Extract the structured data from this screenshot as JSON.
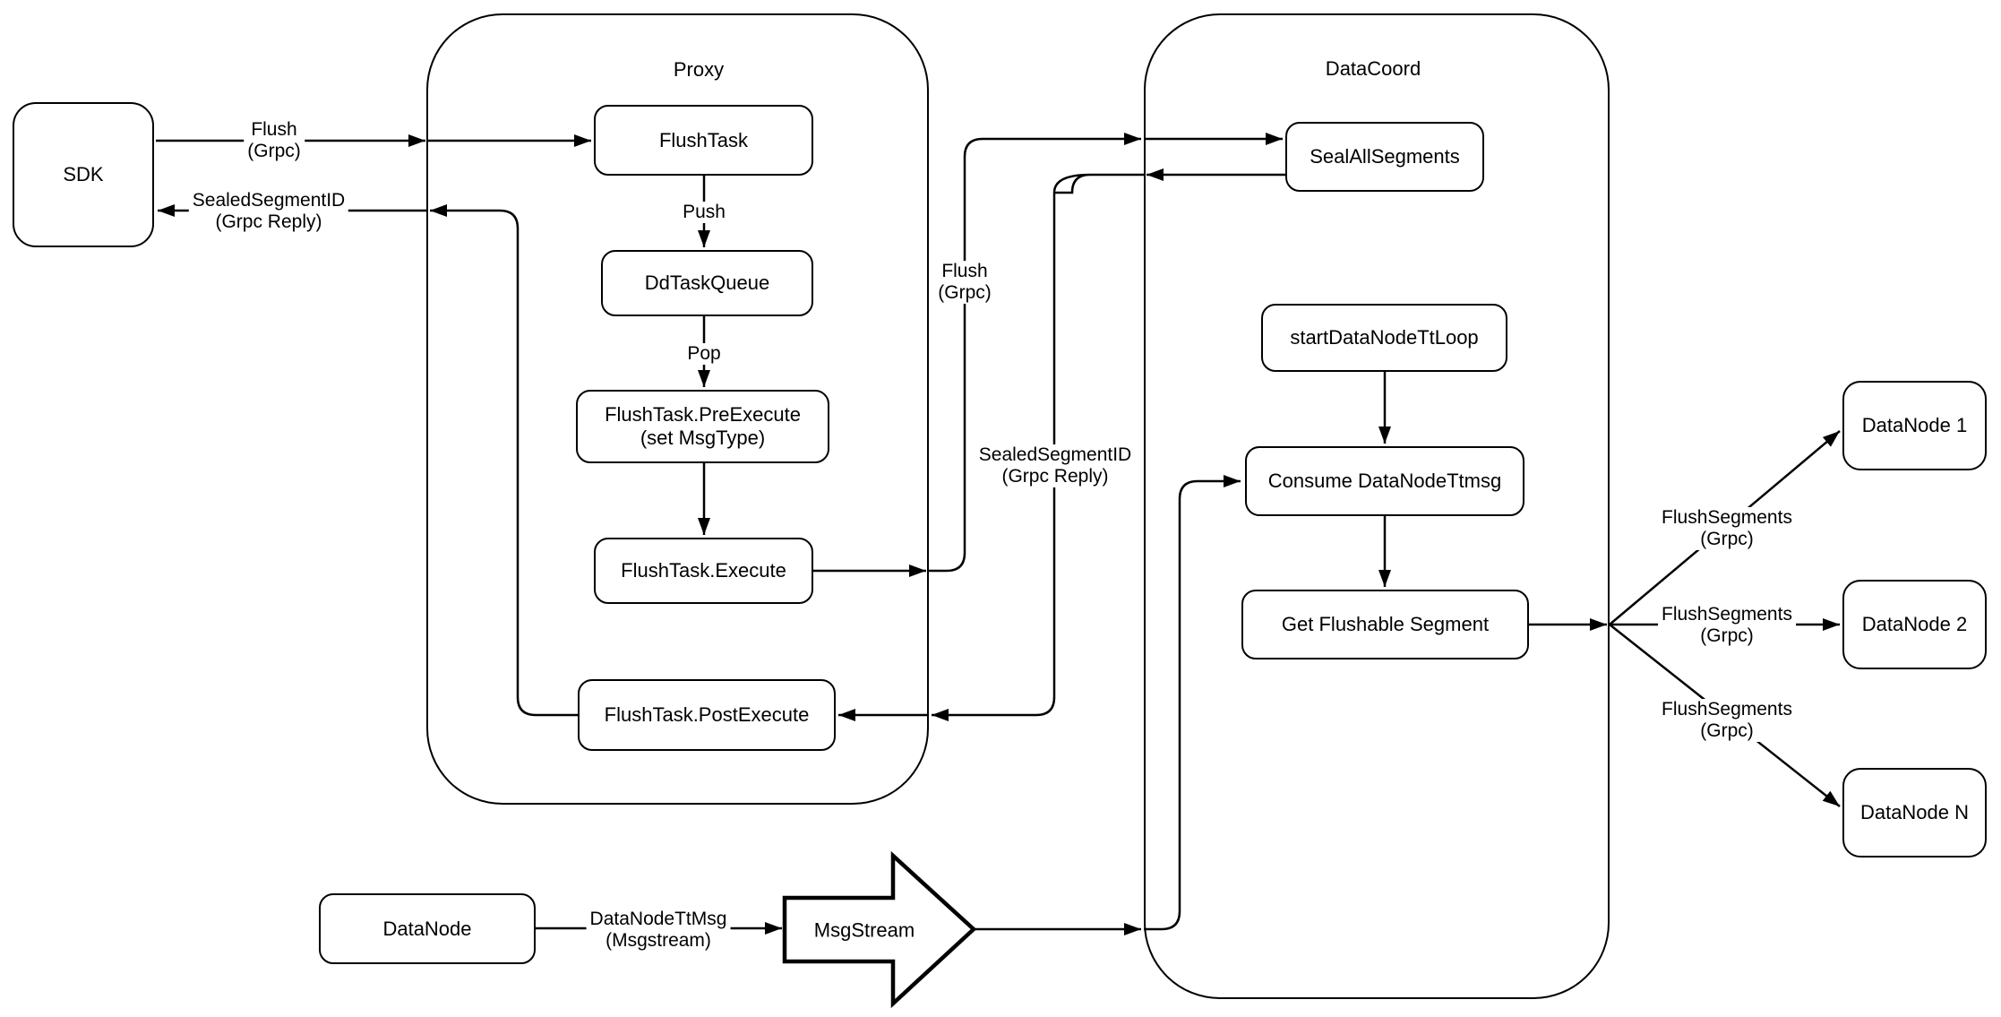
{
  "canvas": {
    "background": "#ffffff",
    "stroke_color": "#000000",
    "box_fill": "#ffffff"
  },
  "containers": {
    "proxy": {
      "label": "Proxy"
    },
    "datacoord": {
      "label": "DataCoord"
    }
  },
  "nodes": {
    "sdk": {
      "label": "SDK"
    },
    "flush_task": {
      "label": "FlushTask"
    },
    "dd_task_queue": {
      "label": "DdTaskQueue"
    },
    "pre_execute": {
      "line1": "FlushTask.PreExecute",
      "line2": "(set MsgType)"
    },
    "execute": {
      "label": "FlushTask.Execute"
    },
    "post_execute": {
      "label": "FlushTask.PostExecute"
    },
    "seal_all_segments": {
      "label": "SealAllSegments"
    },
    "start_datanode_tt_loop": {
      "label": "startDataNodeTtLoop"
    },
    "consume_datanode_ttmsg": {
      "label": "Consume DataNodeTtmsg"
    },
    "get_flushable_segment": {
      "label": "Get Flushable Segment"
    },
    "datanode_1": {
      "label": "DataNode 1"
    },
    "datanode_2": {
      "label": "DataNode 2"
    },
    "datanode_n": {
      "label": "DataNode N"
    },
    "datanode": {
      "label": "DataNode"
    },
    "msgstream": {
      "label": "MsgStream"
    }
  },
  "edge_labels": {
    "flush_sdk_proxy": {
      "line1": "Flush",
      "line2": "(Grpc)"
    },
    "sealed_reply_sdk": {
      "line1": "SealedSegmentID",
      "line2": "(Grpc Reply)"
    },
    "push": {
      "line1": "Push"
    },
    "pop": {
      "line1": "Pop"
    },
    "flush_proxy_datacoord": {
      "line1": "Flush",
      "line2": "(Grpc)"
    },
    "sealed_reply_datacoord": {
      "line1": "SealedSegmentID",
      "line2": "(Grpc Reply)"
    },
    "flush_segments": {
      "line1": "FlushSegments",
      "line2": "(Grpc)"
    },
    "datanode_tt_msg": {
      "line1": "DataNodeTtMsg",
      "line2": "(Msgstream)"
    }
  }
}
